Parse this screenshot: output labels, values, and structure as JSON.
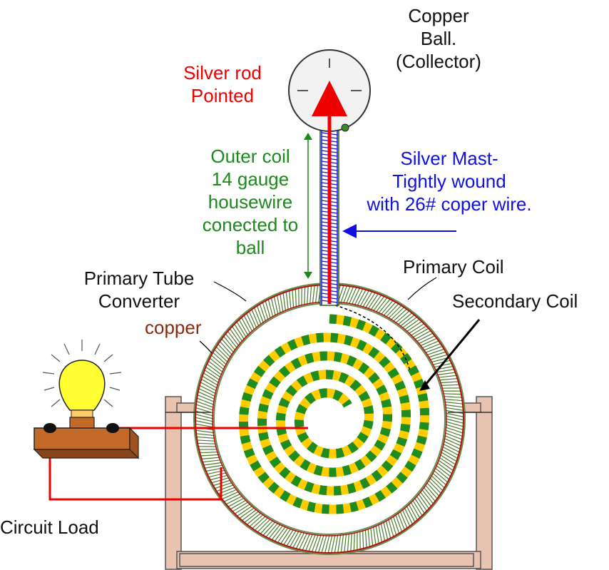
{
  "labels": {
    "copper_ball": [
      "Copper",
      "Ball.",
      "(Collector)"
    ],
    "silver_rod": [
      "Silver rod",
      "Pointed"
    ],
    "outer_coil": [
      "Outer coil",
      "14 gauge",
      "housewire",
      "conected to",
      "ball"
    ],
    "silver_mast": [
      "Silver Mast-",
      "Tightly wound",
      "with 26# coper wire."
    ],
    "primary_tube": [
      "Primary Tube",
      "Converter"
    ],
    "copper": "copper",
    "primary_coil": "Primary Coil",
    "secondary_coil": "Secondary Coil",
    "circuit_load": "Circuit Load"
  },
  "colors": {
    "red": "#ee0000",
    "green": "#1a8a1a",
    "blue": "#1010e0",
    "copper_text": "#8b2a0a",
    "frame": "#e8c4b0",
    "coil_green": "#1e8c1e",
    "coil_yellow": "#ffcc00",
    "bulb_yellow": "#ffff33",
    "base_brown": "#c46a28"
  },
  "icons": {
    "bulb": "light-bulb-icon",
    "ball": "copper-ball-icon"
  }
}
